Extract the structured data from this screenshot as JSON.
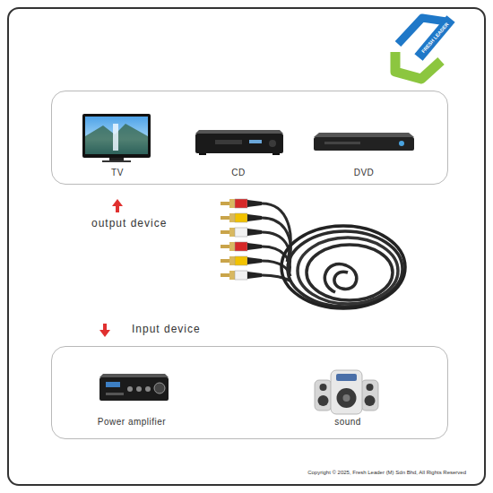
{
  "diagram": {
    "nodes": [
      {
        "text": [
          "output device"
        ]
      },
      {
        "text": [
          "Input device"
        ]
      }
    ],
    "labels": [
      "FRESH LEADER",
      "TV",
      "CD",
      "DVD",
      "Power amplifier",
      "sound",
      "Copyright © 2025, Fresh Leader (M) Sdn Bhd, All Rights Reserved"
    ]
  }
}
